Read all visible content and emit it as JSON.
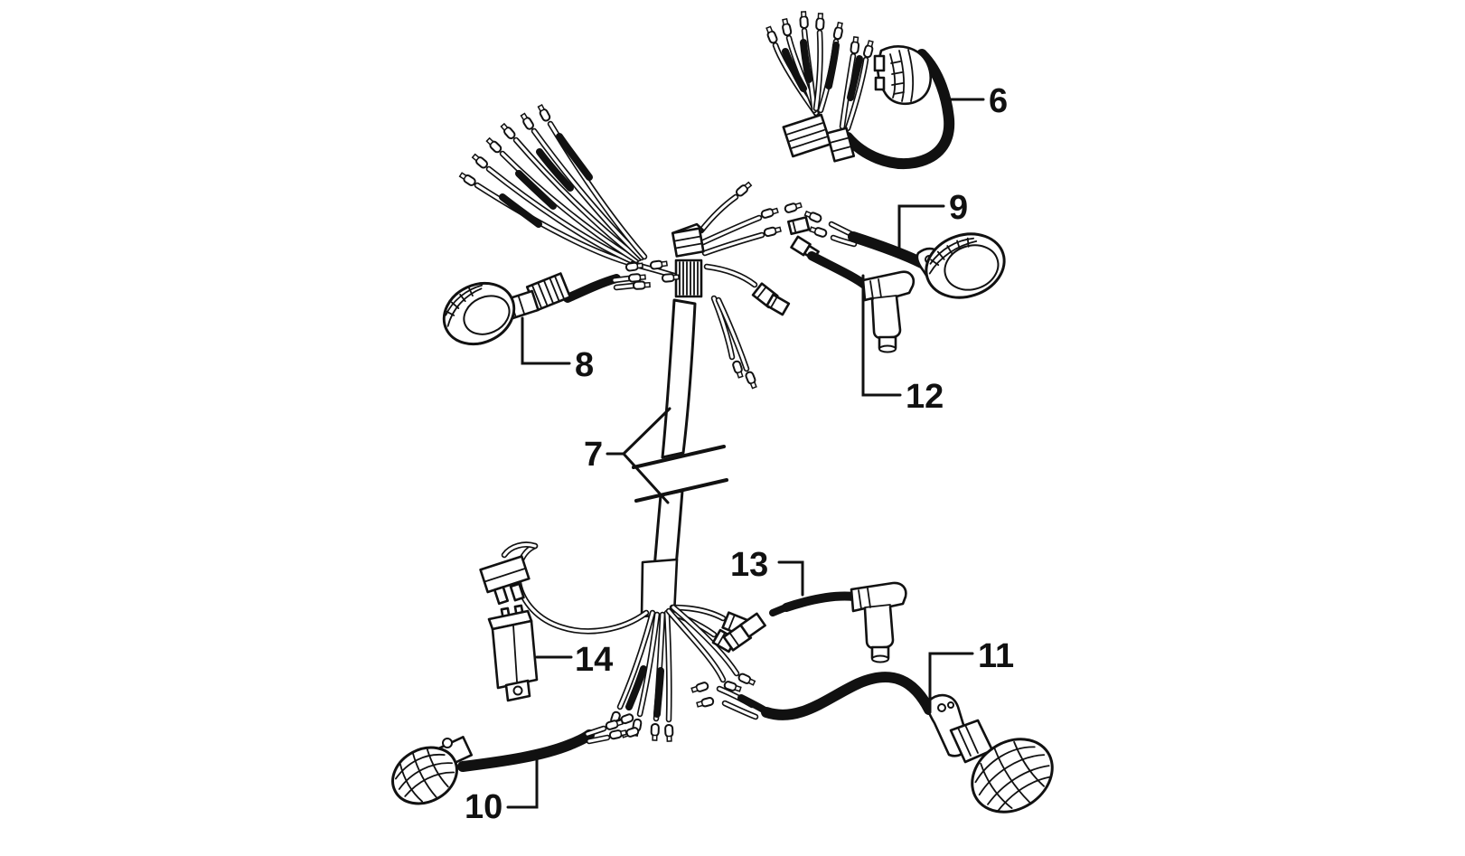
{
  "page": {
    "background": "#ffffff",
    "line_color": "#111111"
  },
  "diagram": {
    "kind": "exploded-parts-diagram",
    "subject": "motorcycle wiring harness with turn signals, switch, spark plug caps and relay",
    "callouts": {
      "c6": "6",
      "c7": "7",
      "c8": "8",
      "c9": "9",
      "c10": "10",
      "c11": "11",
      "c12": "12",
      "c13": "13",
      "c14": "14"
    },
    "parts": [
      {
        "number": "6",
        "name": "handlebar-switch-assembly"
      },
      {
        "number": "7",
        "name": "main-wiring-harness-trunk"
      },
      {
        "number": "8",
        "name": "turn-signal-front-left"
      },
      {
        "number": "9",
        "name": "turn-signal-front-right"
      },
      {
        "number": "10",
        "name": "turn-signal-rear-left"
      },
      {
        "number": "11",
        "name": "turn-signal-rear-right"
      },
      {
        "number": "12",
        "name": "spark-plug-cap-upper"
      },
      {
        "number": "13",
        "name": "spark-plug-cap-lower"
      },
      {
        "number": "14",
        "name": "relay-unit-with-connector"
      }
    ]
  }
}
